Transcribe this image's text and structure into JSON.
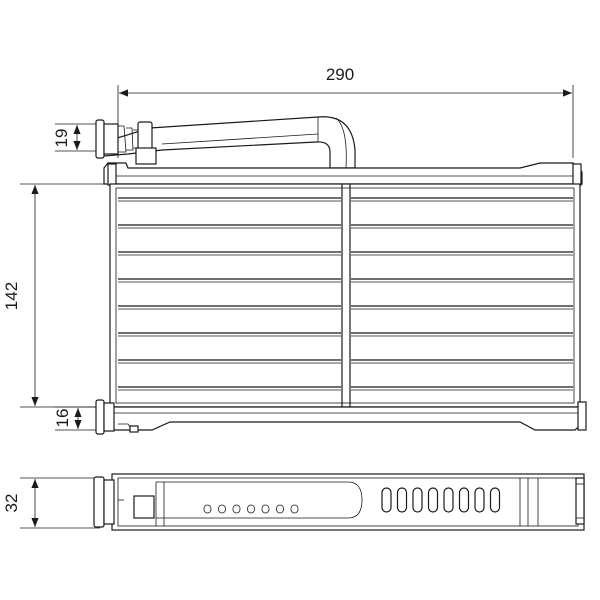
{
  "dimensions": {
    "overall_length": "290",
    "pipe_height": "19",
    "core_height": "142",
    "bottom_tank_height": "16",
    "depth": "32"
  },
  "colors": {
    "ink": "#1a1a1a",
    "background": "#ffffff"
  }
}
